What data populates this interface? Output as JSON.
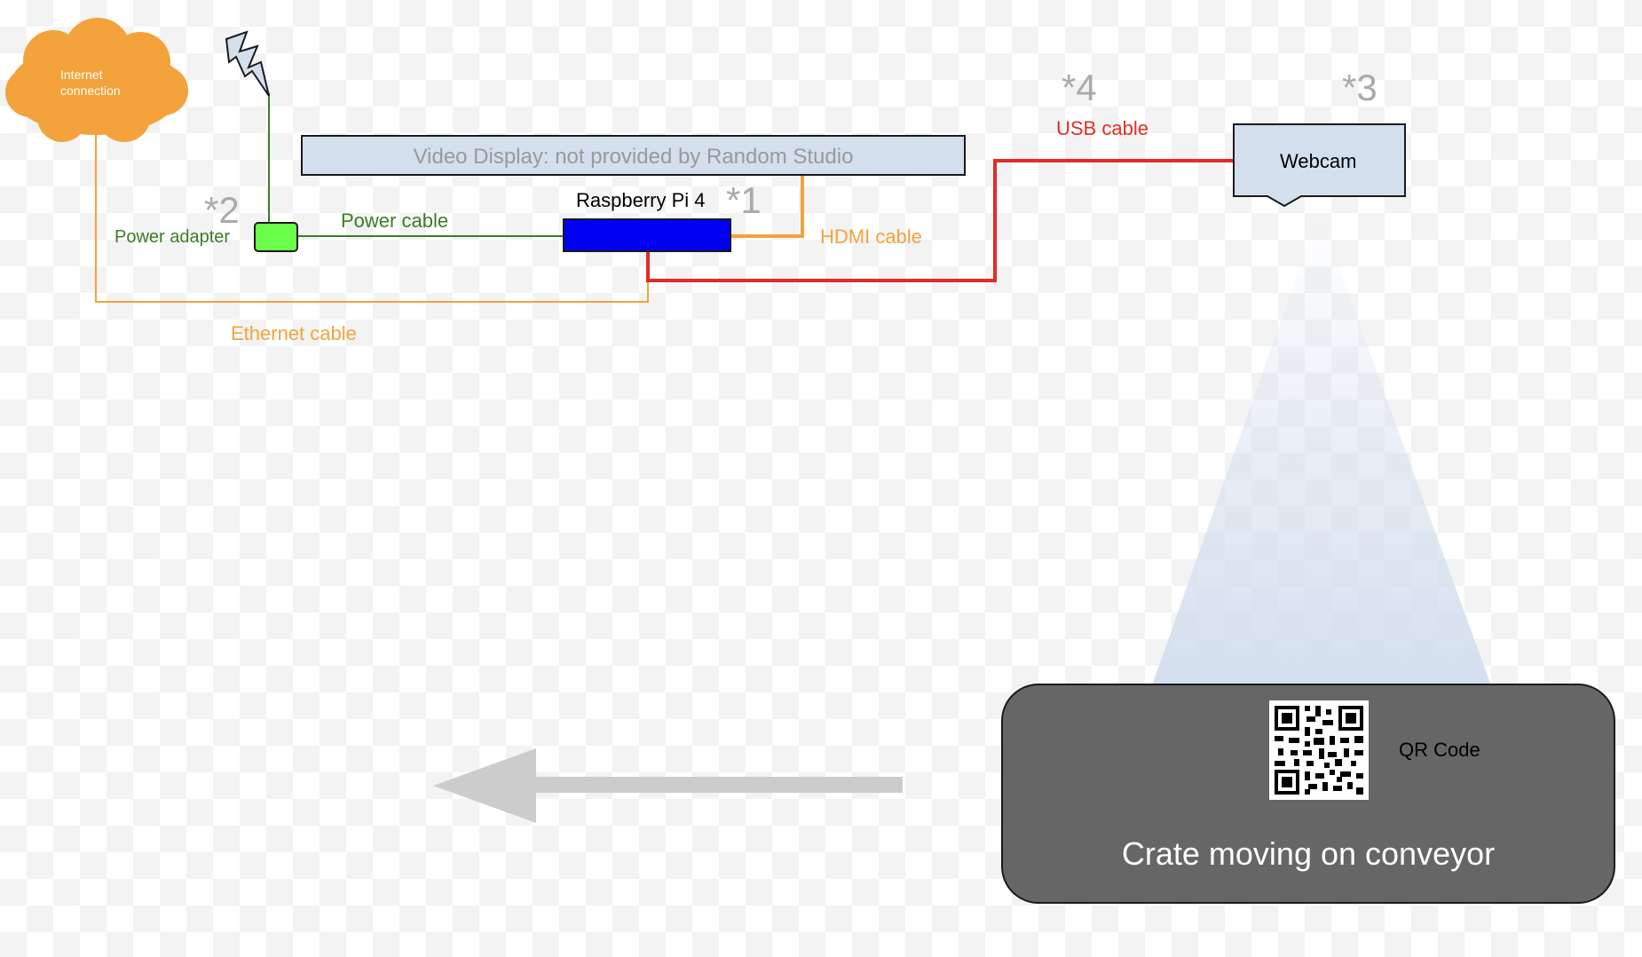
{
  "nodes": {
    "internet": "Internet connection",
    "display": "Video Display: not provided by Random Studio",
    "raspberry_pi": "Raspberry Pi 4",
    "power_adapter": "Power adapter",
    "webcam": "Webcam",
    "qr_code": "QR Code",
    "crate": "Crate moving on conveyor"
  },
  "cables": {
    "power": "Power cable",
    "hdmi": "HDMI cable",
    "usb": "USB cable",
    "ethernet": "Ethernet cable"
  },
  "markers": {
    "m1": "*1",
    "m2": "*2",
    "m3": "*3",
    "m4": "*4"
  },
  "colors": {
    "cloud": "#f4a23b",
    "ethernet": "#f4a23b",
    "hdmi": "#f4a23b",
    "power": "#3b7d23",
    "usb": "#e22b25",
    "pi": "#0000f5",
    "adapter": "#6bfe48",
    "display": "#d4dfee",
    "webcam": "#d4dfee",
    "crate": "#666666",
    "marker": "#aaaaaa",
    "arrow": "#cccccc"
  },
  "icons": {
    "internet": "cloud-icon",
    "mains": "lightning-icon",
    "qr": "qr-code-icon",
    "direction": "arrow-left-icon"
  }
}
